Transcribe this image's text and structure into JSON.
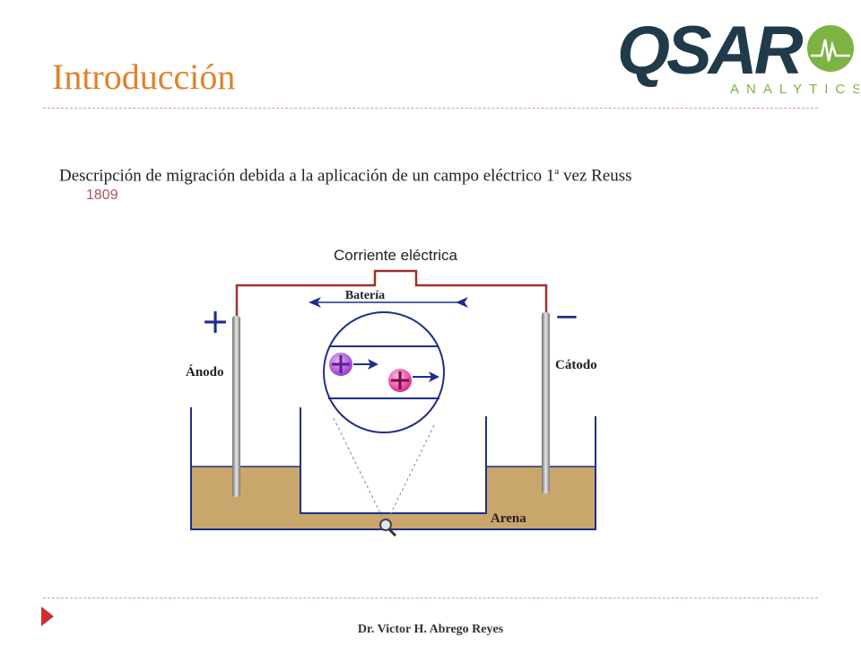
{
  "slide": {
    "title": "Introducción",
    "description": "Descripción de migración debida a la aplicación de un campo eléctrico 1",
    "description_sup": "a",
    "description_tail": " vez Reuss",
    "year": "1809",
    "footer": "Dr. Victor H. Abrego Reyes"
  },
  "logo": {
    "brand": "QSAR",
    "sub": "ANALYTICS",
    "color_dark": "#1f3b4a",
    "color_green": "#7cb342"
  },
  "diagram": {
    "current_label": "Corriente eléctrica",
    "battery_label": "Batería",
    "plus_label": "+",
    "minus_label": "−",
    "anode_label": "Ánodo",
    "cathode_label": "Cátodo",
    "sand_label": "Arena",
    "sand_color": "#c9a66b",
    "wire_color": "#a0302c",
    "line_color": "#1f2e8a"
  }
}
